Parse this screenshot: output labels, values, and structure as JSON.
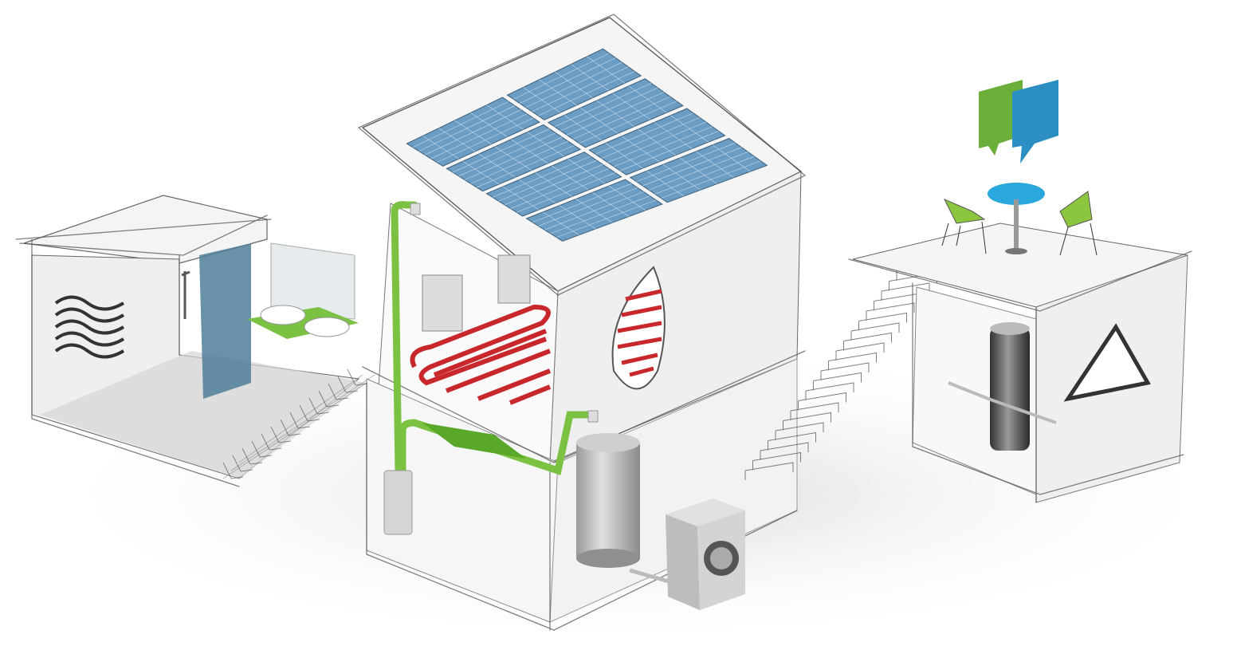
{
  "illustration": {
    "icons": [
      "solar-panel-icon",
      "radiator-icon",
      "floor-heating-icon",
      "heat-pump-icon",
      "water-tank-icon",
      "chat-bubbles-icon",
      "shower-icon",
      "sink-icon"
    ],
    "colors": {
      "solar": "#6a9cc4",
      "solar_grid": "#c9dbe9",
      "pipe_green": "#7cc242",
      "floor_heating_red": "#c8282c",
      "chat_green": "#6cae3a",
      "chat_blue": "#2b8fc4",
      "table_blue": "#2aa7dc",
      "chair_green": "#8cc63f",
      "glass": "#4f7f9a",
      "sketch": "#555555"
    },
    "solar_grid": {
      "rows": 2,
      "cols": 4,
      "cells_per_panel": 6
    }
  }
}
